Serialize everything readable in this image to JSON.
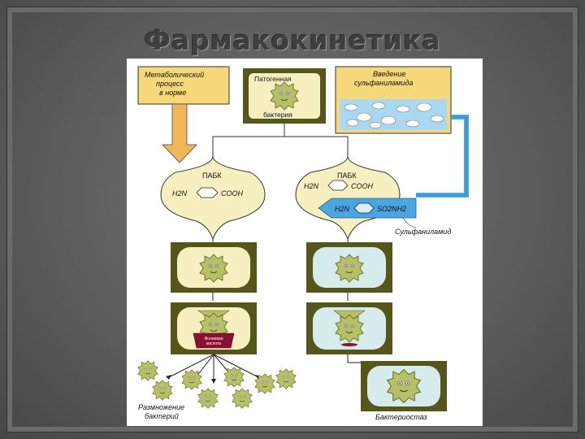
{
  "title": "Фармакокинетика",
  "labels": {
    "metabolic": [
      "Метаболический",
      "процесс",
      "в норме"
    ],
    "pathogen": [
      "Патогенная",
      "бактерия"
    ],
    "intro": [
      "Введение",
      "сульфаниламида"
    ],
    "pabk_left": "ПАБК",
    "pabk_right": "ПАБК",
    "formula_left_a": "H2N",
    "formula_left_b": "COOH",
    "formula_right_a": "H2N",
    "formula_right_b": "COOH",
    "sulf_a": "H2N",
    "sulf_b": "SO2NH2",
    "sulfanilamide": "Сульфаниламид",
    "folic_acid": [
      "Фолиевая",
      "кислота"
    ],
    "reproduction": [
      "Размножение",
      "бактерий"
    ],
    "bacteriostasis": "Бактериостаз"
  },
  "colors": {
    "yellow_box": "#f6d77a",
    "cream": "#f6efbf",
    "olive": "#55561b",
    "bacteria": "#b8c067",
    "blue": "#4aa6e0",
    "pale_cyan": "#d6ecec",
    "arrow_orange": "#f2b65a",
    "folic_red": "#8a1032"
  }
}
